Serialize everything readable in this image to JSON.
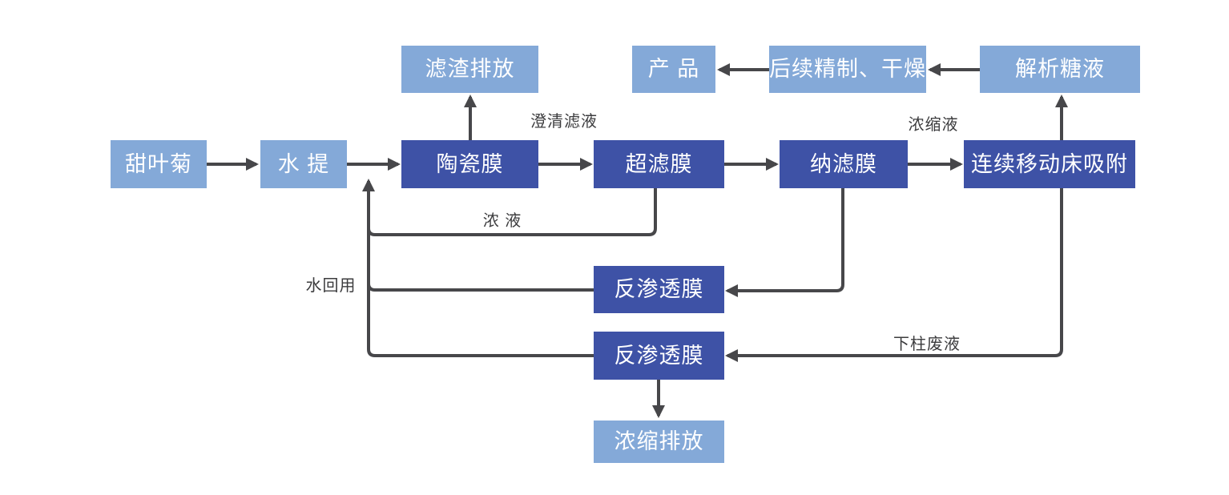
{
  "diagram": {
    "background": "#FFFFFF",
    "colors": {
      "node_light_blue": "#84A9D8",
      "node_dark_blue": "#3E52A6",
      "node_text": "#FFFFFF",
      "connector": "#47474A",
      "label_text": "#3C3C3E"
    },
    "nodes": [
      {
        "label": "甜叶菊"
      },
      {
        "label": "水 提"
      },
      {
        "label": "陶瓷膜"
      },
      {
        "label": "超滤膜"
      },
      {
        "label": "纳滤膜"
      },
      {
        "label": "连续移动床吸附"
      },
      {
        "label": "滤渣排放"
      },
      {
        "label": "产 品"
      },
      {
        "label": "后续精制、干燥"
      },
      {
        "label": "解析糖液"
      },
      {
        "label": "反渗透膜"
      },
      {
        "label": "反渗透膜"
      },
      {
        "label": "浓缩排放"
      }
    ],
    "edge_labels": [
      {
        "text": "澄清滤液"
      },
      {
        "text": "浓缩液"
      },
      {
        "text": "浓 液"
      },
      {
        "text": "水回用"
      },
      {
        "text": "下柱废液"
      }
    ]
  }
}
